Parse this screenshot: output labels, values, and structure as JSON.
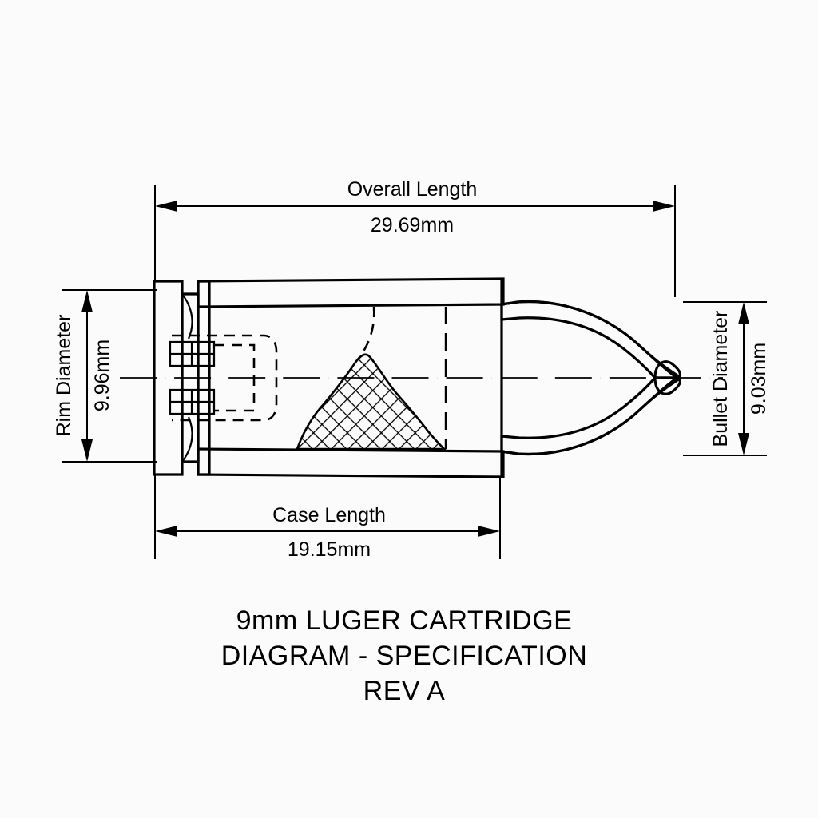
{
  "document": {
    "title_line_1": "9mm LUGER CARTRIDGE",
    "title_line_2": "DIAGRAM  -  SPECIFICATION",
    "title_line_3": "REV A",
    "background_color": "#fbfbfb",
    "line_color": "#000000"
  },
  "dimensions": {
    "overall_length": {
      "label": "Overall Length",
      "value": "29.69mm",
      "orientation": "horizontal",
      "position": "top"
    },
    "case_length": {
      "label": "Case Length",
      "value": "19.15mm",
      "orientation": "horizontal",
      "position": "bottom"
    },
    "rim_diameter": {
      "label": "Rim Diameter",
      "value": "9.96mm",
      "orientation": "vertical",
      "position": "left"
    },
    "bullet_diameter": {
      "label": "Bullet Diameter",
      "value": "9.03mm",
      "orientation": "vertical",
      "position": "right"
    }
  },
  "components": {
    "rim": "rim-head",
    "extractor_groove": "extractor-groove",
    "primer": "primer-cup",
    "primer_pocket": "primer-pocket",
    "case_wall": "brass-case-wall",
    "powder_charge": "powder-charge",
    "bullet": "jacketed-bullet",
    "case_mouth": "case-mouth",
    "centerline": "axis-centerline"
  }
}
